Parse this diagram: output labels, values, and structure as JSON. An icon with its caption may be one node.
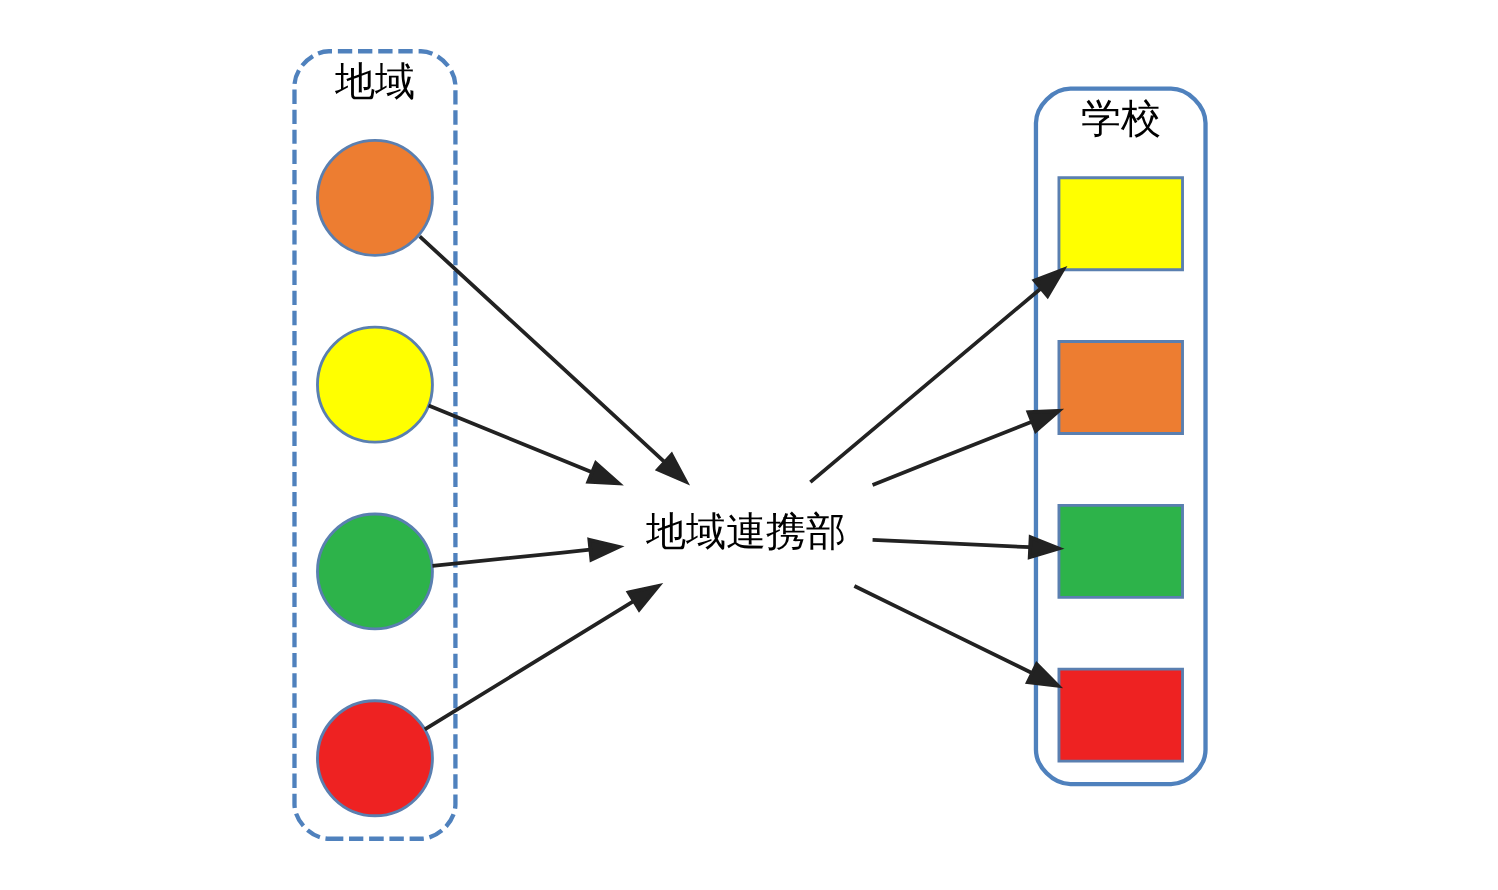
{
  "diagram": {
    "nodes": [
      {
        "text": [
          "地域"
        ]
      },
      {
        "text": [
          "学校"
        ]
      },
      {
        "text": [],
        "shape": "circle",
        "in": 0
      },
      {
        "text": [],
        "shape": "circle",
        "in": 0
      },
      {
        "text": [],
        "shape": "circle",
        "in": 0
      },
      {
        "text": [],
        "shape": "circle",
        "in": 0
      },
      {
        "text": [
          "地域連携部"
        ]
      },
      {
        "text": [],
        "shape": "box",
        "in": 1
      },
      {
        "text": [],
        "shape": "box",
        "in": 1
      },
      {
        "text": [],
        "shape": "box",
        "in": 1
      },
      {
        "text": [],
        "shape": "box",
        "in": 1
      }
    ],
    "edges": [
      {
        "from": 2,
        "to": 6,
        "arrow": "to"
      },
      {
        "from": 3,
        "to": 6,
        "arrow": "to"
      },
      {
        "from": 4,
        "to": 6,
        "arrow": "to"
      },
      {
        "from": 5,
        "to": 6,
        "arrow": "to"
      },
      {
        "from": 6,
        "to": 7,
        "arrow": "to"
      },
      {
        "from": 6,
        "to": 8,
        "arrow": "to"
      },
      {
        "from": 6,
        "to": 9,
        "arrow": "to"
      },
      {
        "from": 6,
        "to": 10,
        "arrow": "to"
      }
    ]
  }
}
